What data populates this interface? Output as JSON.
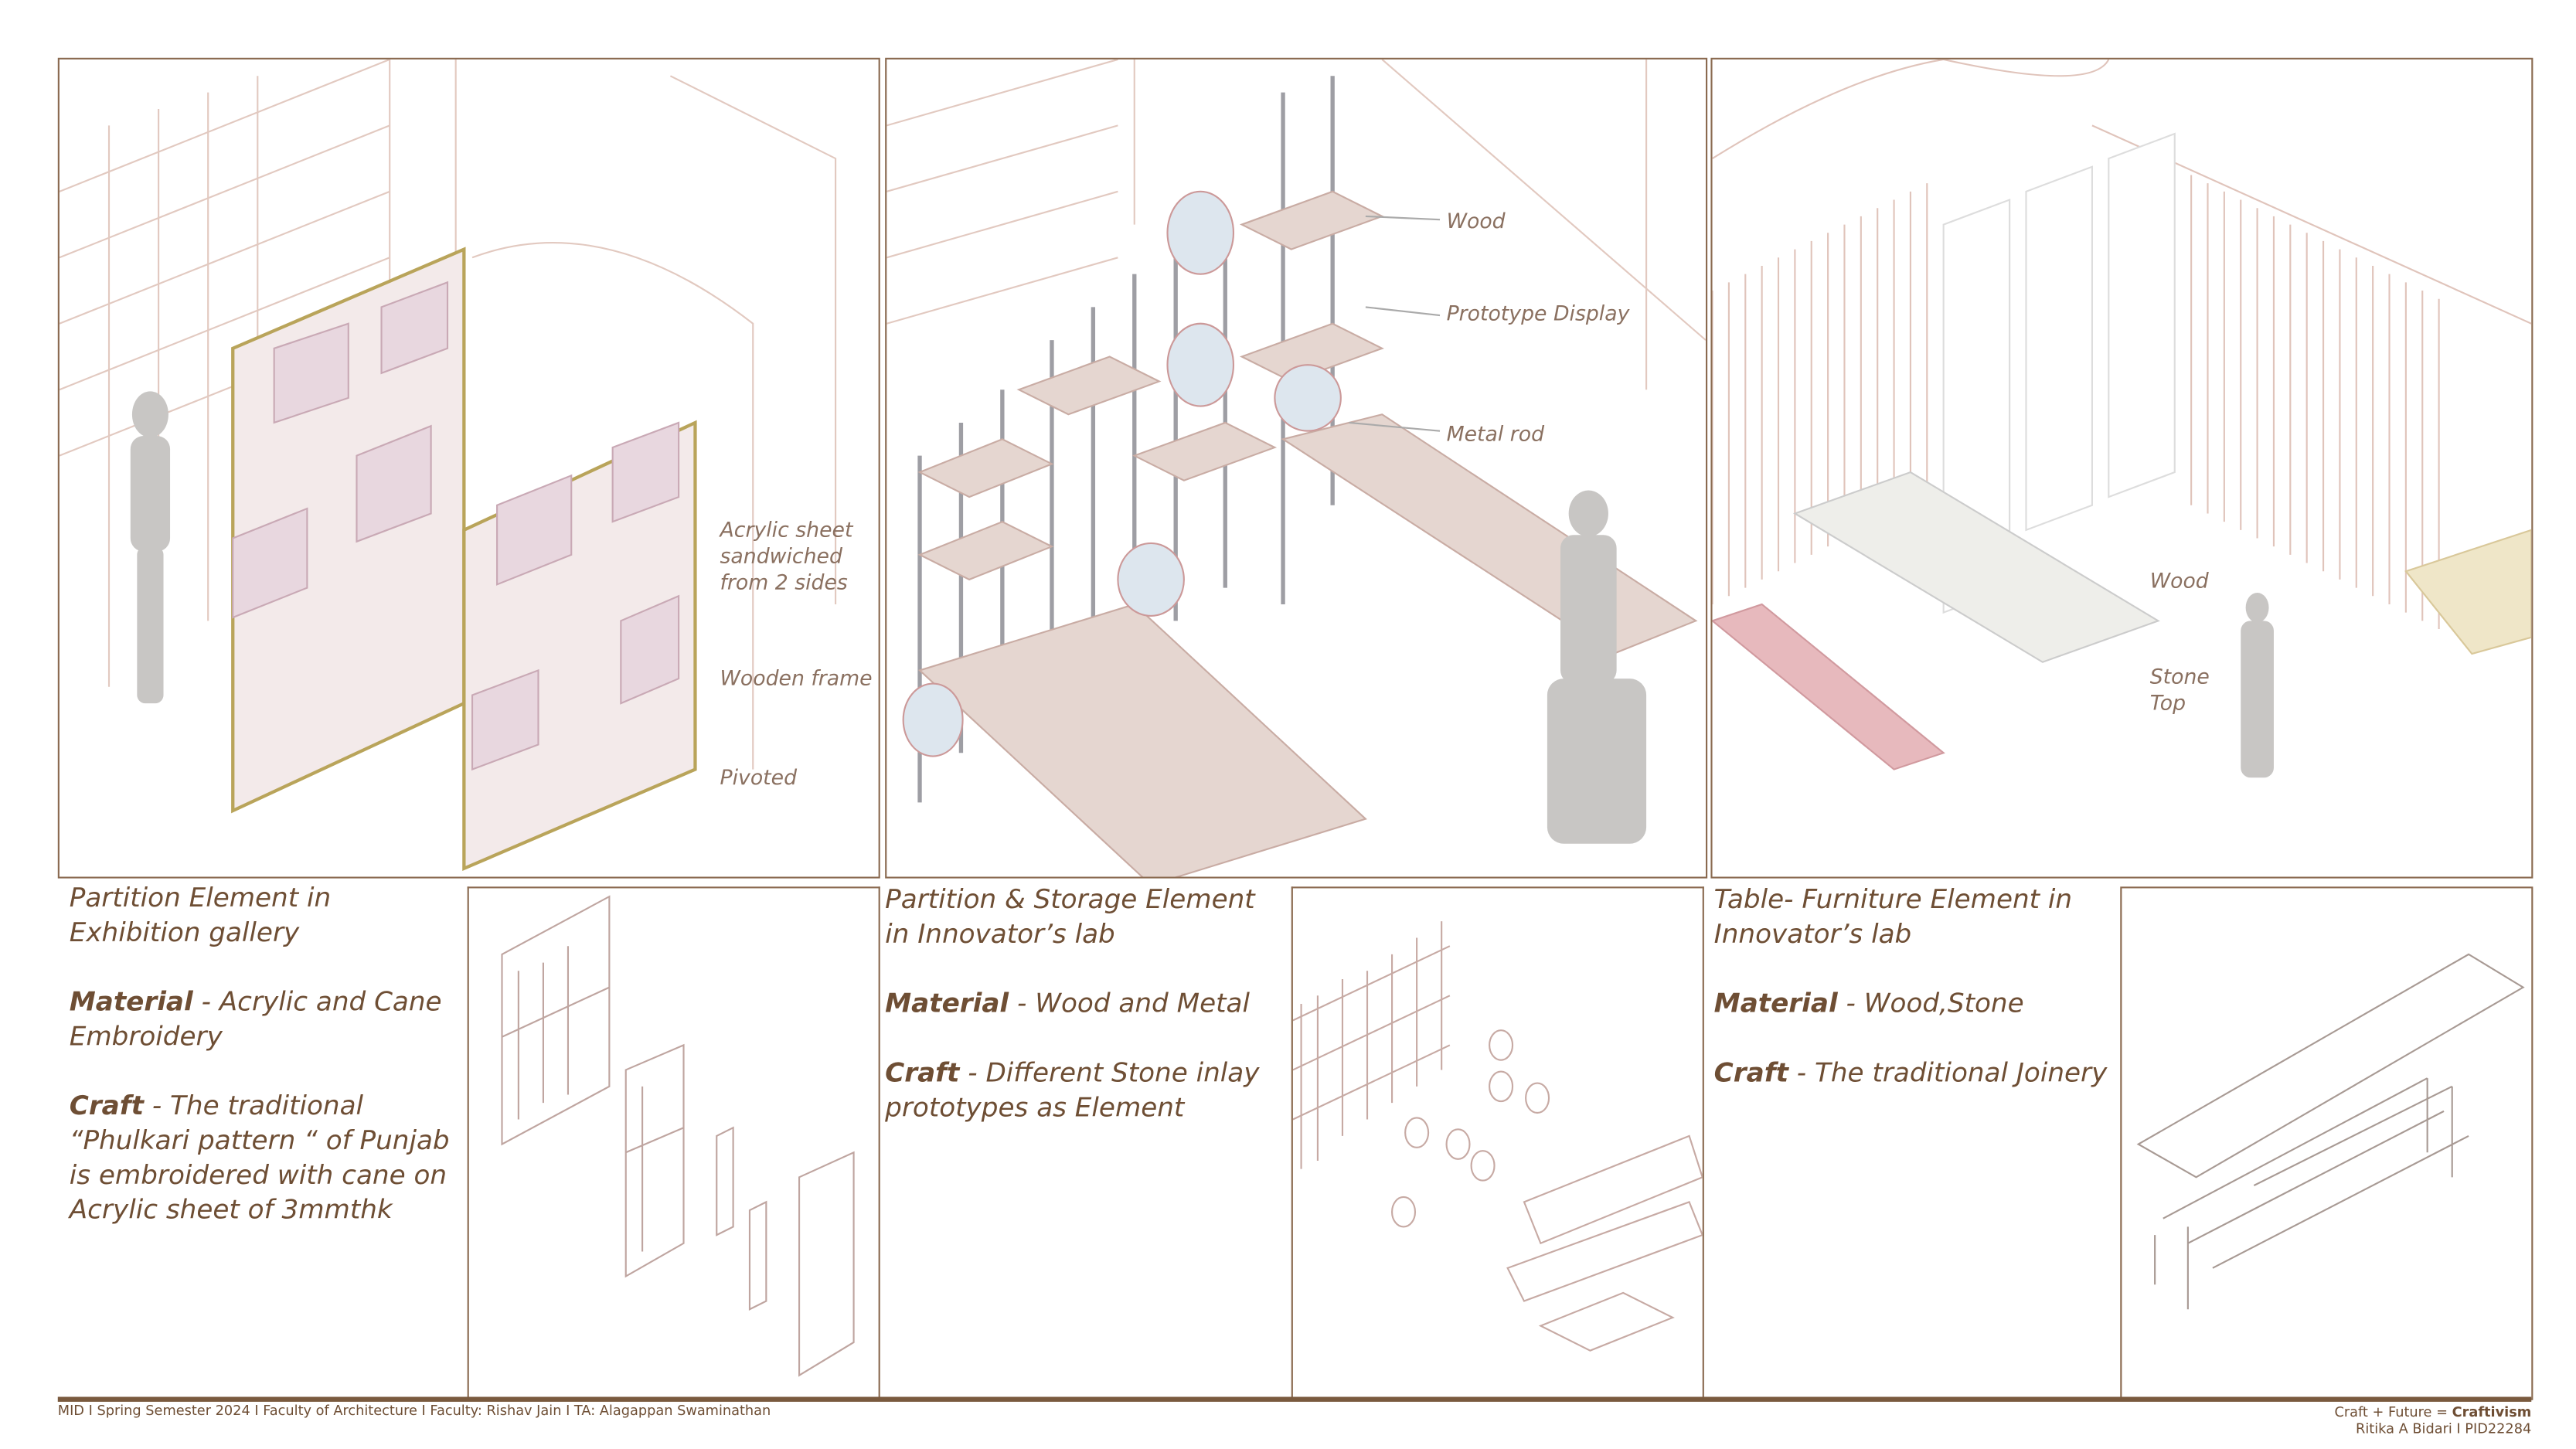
{
  "panels": [
    {
      "labels": [
        "Acrylic sheet sandwiched from 2 sides",
        "Wooden frame",
        "Pivoted"
      ],
      "title": "Partition Element in Exhibition gallery",
      "material_key": "Material",
      "material_value": " - Acrylic and Cane Embroidery",
      "craft_key": "Craft",
      "craft_value": " - The traditional “Phulkari pattern “ of Punjab is embroidered with cane on Acrylic sheet of 3mmthk"
    },
    {
      "labels": [
        "Wood",
        "Prototype Display",
        "Metal rod"
      ],
      "title": "Partition & Storage Element in Innovator’s lab",
      "material_key": "Material",
      "material_value": " - Wood and Metal",
      "craft_key": "Craft",
      "craft_value_light": " - Different ",
      "craft_value": "  Stone inlay prototypes as Element"
    },
    {
      "labels": [
        "Wood",
        "Stone Top"
      ],
      "title": "Table- Furniture Element in Innovator’s lab",
      "material_key": "Material",
      "material_value": " - Wood,Stone",
      "craft_key": "Craft",
      "craft_value": " - The traditional Joinery"
    }
  ],
  "footer": {
    "left": "MID I Spring Semester 2024 I Faculty of Architecture I  Faculty: Rishav Jain I TA: Alagappan Swaminathan",
    "tagline_prefix": "Craft + Future = ",
    "tagline_bold": "Craftivism",
    "author": "Ritika A Bidari I PID22284"
  },
  "colors": {
    "brand": "#7a5a3e",
    "line": "#d9bfb6"
  }
}
